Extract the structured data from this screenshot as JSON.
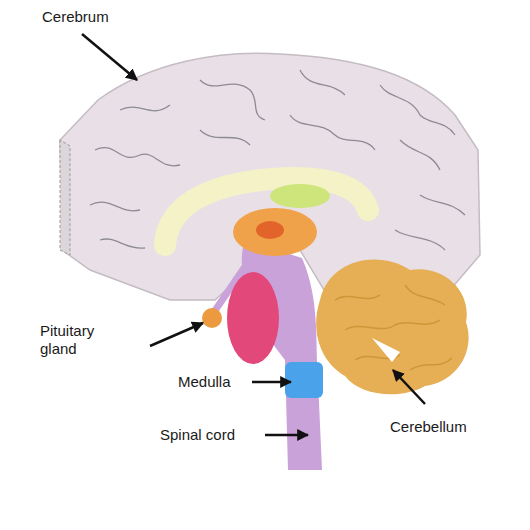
{
  "diagram": {
    "labels": [
      "Cerebrum",
      "Pituitary gland",
      "Medulla",
      "Spinal cord",
      "Cerebellum"
    ]
  }
}
